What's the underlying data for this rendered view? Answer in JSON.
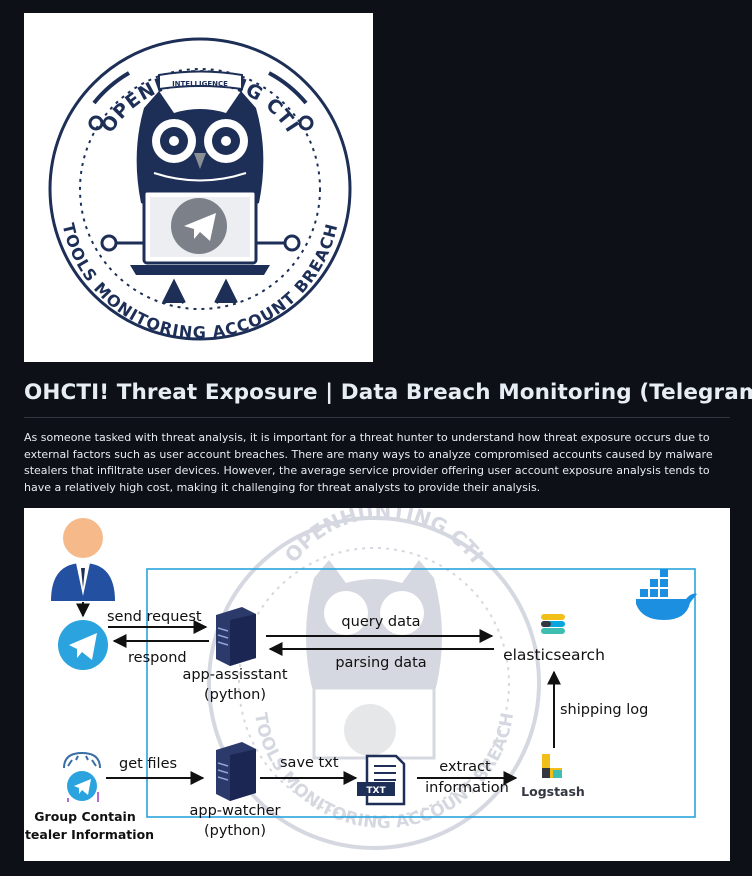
{
  "logo": {
    "top_text": "OPENHUNTING CTI",
    "ribbon_text": "INTELLIGENCE",
    "bottom_text": "TOOLS MONITORING ACCOUNT BREACH",
    "colors": {
      "navy": "#1d2f57",
      "gray": "#8a8f96",
      "bg": "#ffffff"
    },
    "icons": [
      "owl-icon",
      "laptop-icon",
      "telegram-icon"
    ]
  },
  "title": "OHCTI! Threat Exposure | Data Breach Monitoring (Telegram)",
  "description": "As someone tasked with threat analysis, it is important for a threat hunter to understand how threat exposure occurs due to external factors such as user account breaches. There are many ways to analyze compromised accounts caused by malware stealers that infiltrate user devices. However, the average service provider offering user account exposure analysis tends to have a relatively high cost, making it challenging for threat analysts to provide their analysis.",
  "diagram": {
    "watermark_top": "OPENHUNTING CTI",
    "watermark_bottom": "TOOLS MONITORING ACCOUNT BREACH",
    "edges": {
      "send_request": "send request",
      "respond": "respond",
      "query_data": "query data",
      "parsing_data": "parsing data",
      "shipping_log": "shipping log",
      "get_files": "get files",
      "save_txt": "save txt",
      "extract_information_1": "extract",
      "extract_information_2": "information"
    },
    "nodes": {
      "app_assistant_1": "app-assisstant",
      "app_assistant_2": "(python)",
      "app_watcher_1": "app-watcher",
      "app_watcher_2": "(python)",
      "elasticsearch": "elasticsearch",
      "logstash": "Logstash",
      "group_1": "Group Contain",
      "group_2": "Stealer Information",
      "txt_label": "TXT"
    },
    "colors": {
      "container_border": "#29a3dc",
      "docker": "#1d8fe0",
      "telegram": "#2aa3df",
      "server": "#2b3a6b",
      "arrow": "#111111"
    }
  }
}
